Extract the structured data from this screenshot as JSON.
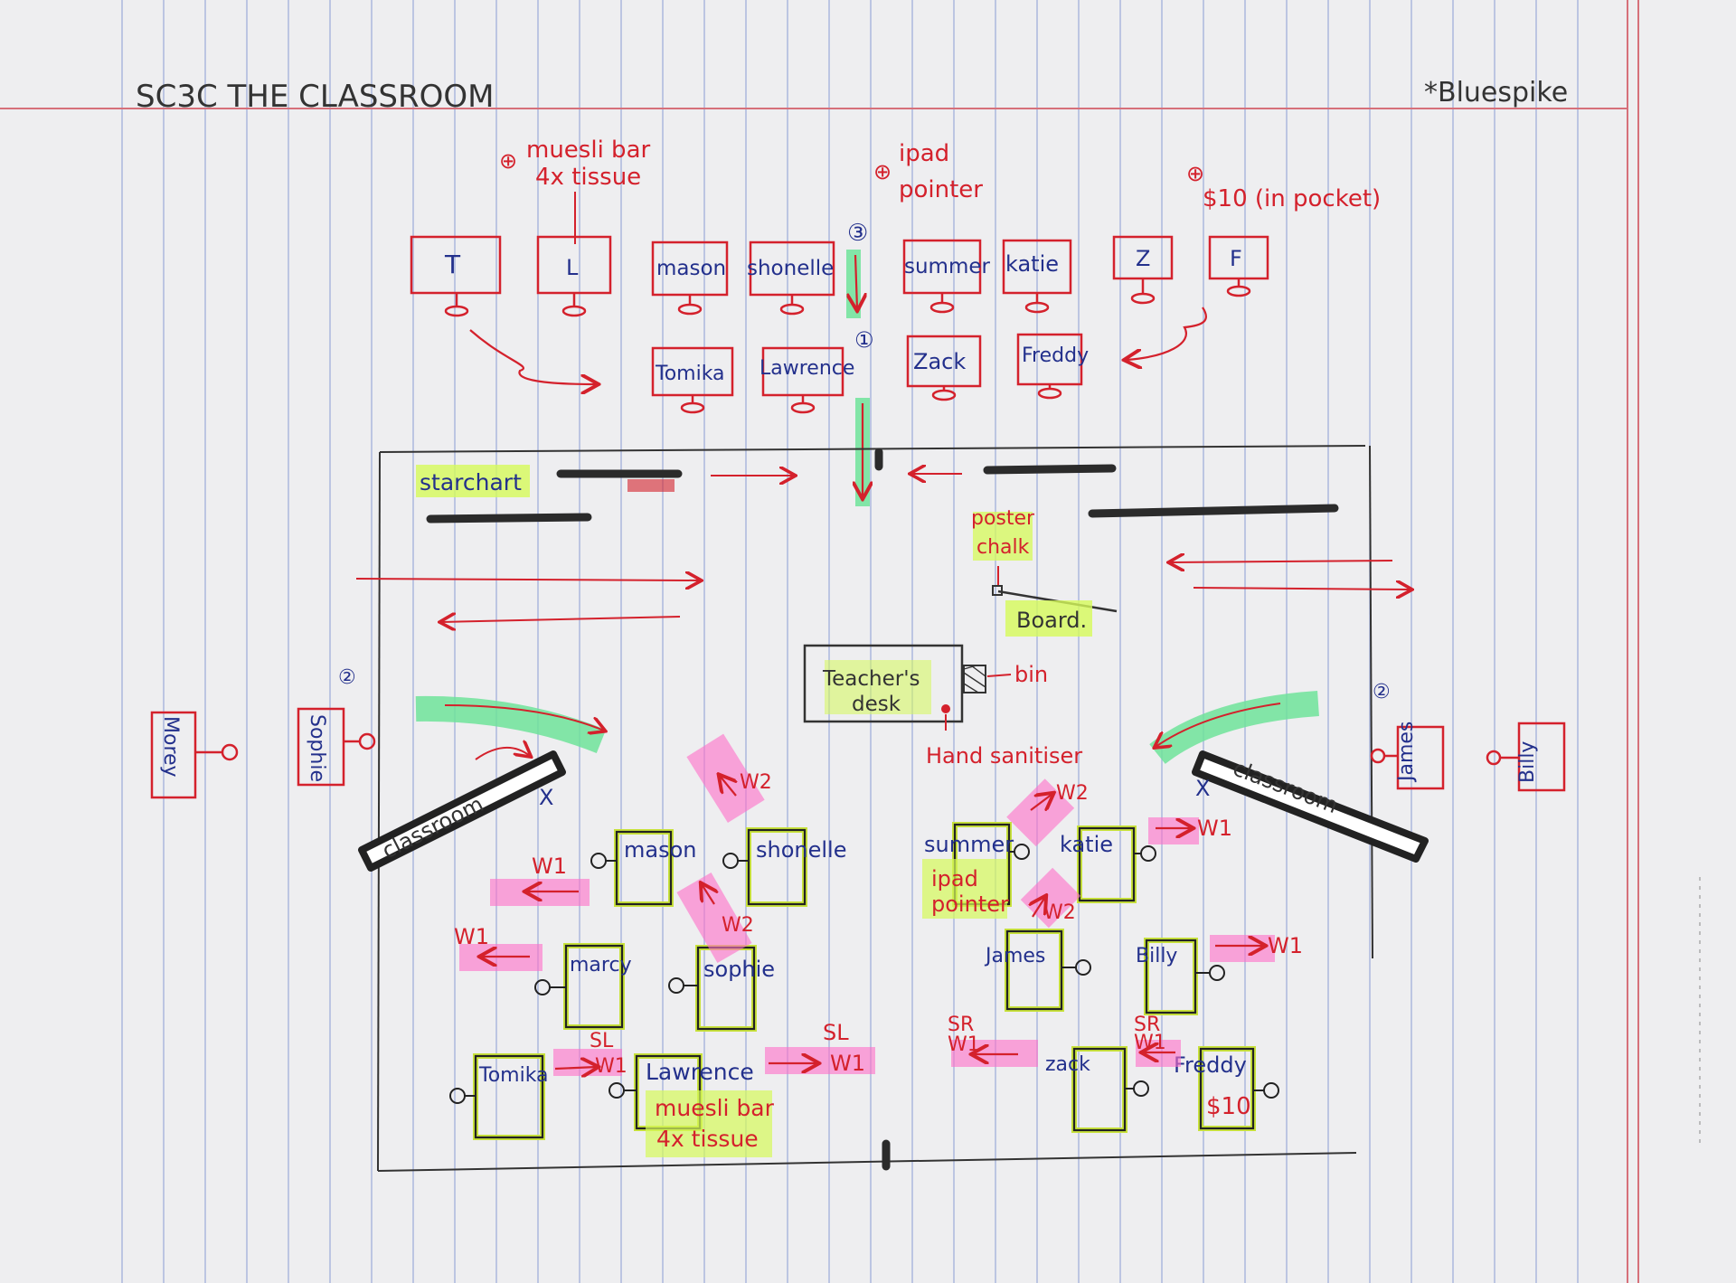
{
  "title": "SC3C THE CLASSROOM",
  "note": "*Bluespike",
  "top_annotations": {
    "props_left": "muesli bar",
    "props_left_2": "4x tissue",
    "props_mid": "ipad",
    "props_mid_2": "pointer",
    "props_right": "$10 (in pocket)",
    "plus": "⊕",
    "step_3": "③",
    "step_1": "①",
    "step_2": "②"
  },
  "top_row_1": [
    "T",
    "L",
    "mason",
    "shonelle",
    "summer",
    "katie",
    "Z",
    "F"
  ],
  "top_row_2": [
    "Tomika",
    "Lawrence",
    "Zack",
    "Freddy"
  ],
  "room": {
    "starchart": "starchart",
    "poster_chalk": "poster",
    "poster_chalk_2": "chalk",
    "board": "Board.",
    "teacher_desk": "Teacher's",
    "teacher_desk_2": "desk",
    "bin": "bin",
    "hand_sanitiser": "Hand sanitiser",
    "door_left": "classroom",
    "door_right": "classroom",
    "x_mark": "X"
  },
  "outside": {
    "left": [
      "Morey",
      "Sophie"
    ],
    "right": [
      "James",
      "Billy"
    ]
  },
  "desks_left": [
    {
      "name": "mason"
    },
    {
      "name": "shonelle"
    },
    {
      "name": "marcy"
    },
    {
      "name": "sophie"
    },
    {
      "name": "Tomika"
    },
    {
      "name": "Lawrence"
    }
  ],
  "desks_right": [
    {
      "name": "summer"
    },
    {
      "name": "katie"
    },
    {
      "name": "James"
    },
    {
      "name": "Billy"
    },
    {
      "name": "zack"
    },
    {
      "name": "Freddy"
    }
  ],
  "cues": {
    "w1": "W1",
    "w2": "W2",
    "sl": "SL",
    "sr": "SR",
    "lawrence_props": "muesli bar",
    "lawrence_props_2": "4x tissue",
    "summer_props": "ipad",
    "summer_props_2": "pointer",
    "freddy_props": "$10"
  }
}
